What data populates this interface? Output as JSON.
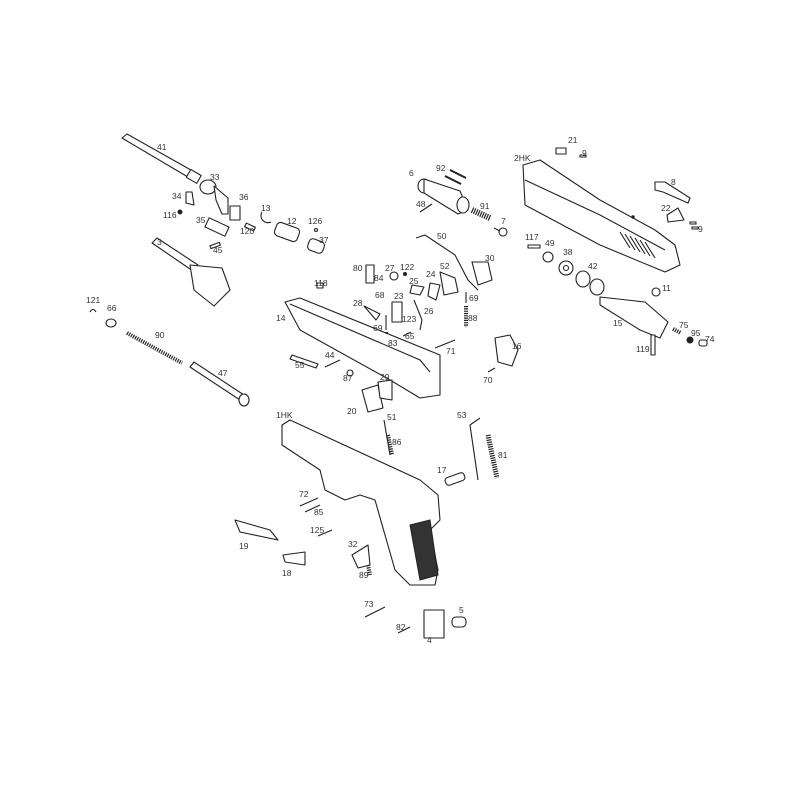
{
  "diagram": {
    "type": "exploded-parts-diagram",
    "labels": [
      "41",
      "33",
      "34",
      "36",
      "116",
      "35",
      "13",
      "12",
      "126",
      "120",
      "37",
      "45",
      "3",
      "121",
      "66",
      "90",
      "47",
      "118",
      "14",
      "55",
      "44",
      "87",
      "29",
      "20",
      "51",
      "1HK",
      "86",
      "6",
      "92",
      "48",
      "91",
      "7",
      "50",
      "30",
      "80",
      "27",
      "122",
      "84",
      "52",
      "24",
      "25",
      "68",
      "28",
      "23",
      "69",
      "123",
      "26",
      "69",
      "88",
      "65",
      "83",
      "71",
      "16",
      "70",
      "53",
      "81",
      "17",
      "72",
      "85",
      "19",
      "125",
      "32",
      "18",
      "89",
      "73",
      "5",
      "82",
      "4",
      "21",
      "9",
      "2HK",
      "8",
      "22",
      "9",
      "117",
      "49",
      "38",
      "42",
      "11",
      "15",
      "75",
      "95",
      "74",
      "119"
    ]
  }
}
